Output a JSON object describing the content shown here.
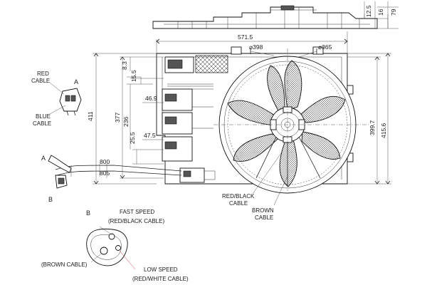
{
  "dims": {
    "top_width": "571.5",
    "height_left": "411",
    "d398": "⌀398",
    "d365": "⌀365",
    "h_8_3": "8.3",
    "h_15_5": "15.5",
    "h_377": "377",
    "h_236": "236",
    "w_46_9": "46.9",
    "w_47_5": "47.5",
    "h_25_5": "25.5",
    "r_399_7": "399.7",
    "r_415_6": "415.6",
    "cable_800": "800",
    "cable_805": "805",
    "top_12_5": "12.5",
    "top_16": "16",
    "top_79": "79"
  },
  "labels": {
    "a_top": "A",
    "a_mid": "A",
    "b_mid": "B",
    "b_lower": "B",
    "red_cable_1": "RED",
    "red_cable_2": "CABLE",
    "blue_cable_1": "BLUE",
    "blue_cable_2": "CABLE",
    "red_black_1": "RED/BLACK",
    "red_black_2": "CABLE",
    "brown_1": "BROWN",
    "brown_2": "CABLE",
    "fast_speed_1": "FAST SPEED",
    "fast_speed_2": "(RED/BLACK CABLE)",
    "brown_cable": "(BROWN CABLE)",
    "low_speed_1": "LOW SPEED",
    "low_speed_2": "(RED/WHITE CABLE)"
  }
}
